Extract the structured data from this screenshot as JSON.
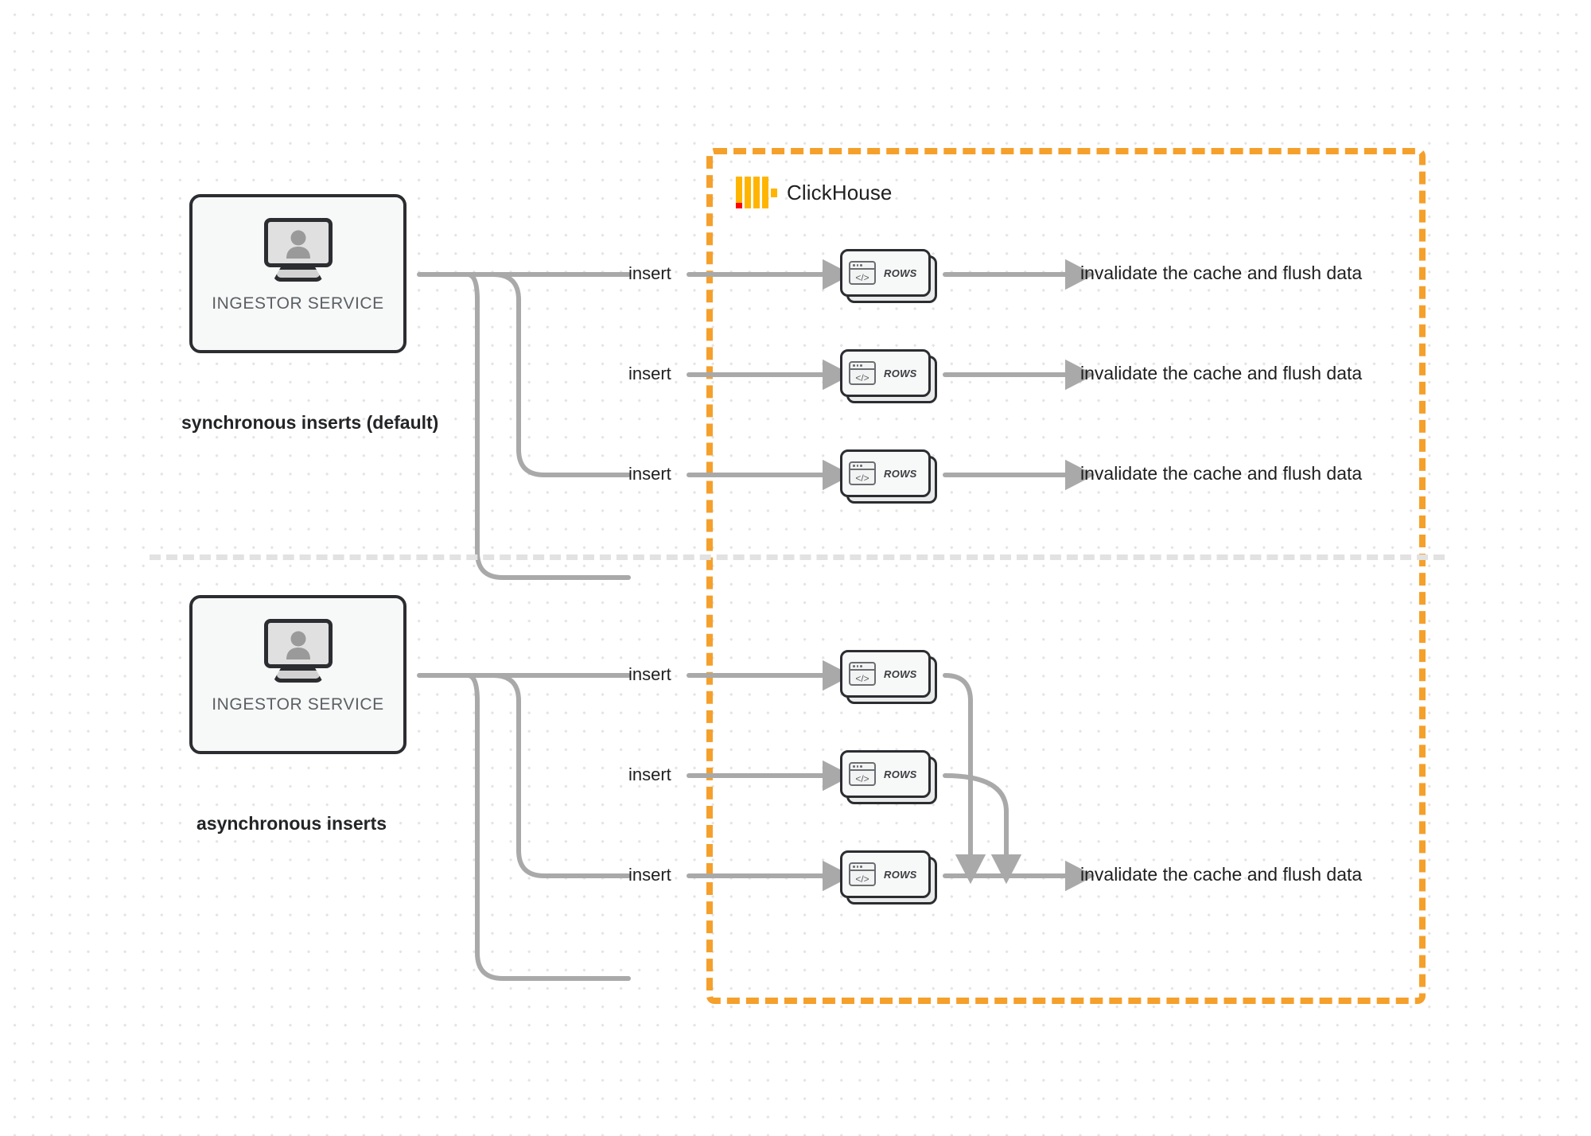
{
  "diagram": {
    "title": "ClickHouse synchronous vs asynchronous inserts",
    "brand": {
      "name": "ClickHouse",
      "logo_icon": "clickhouse-logo-icon",
      "bar_color": "#ffb400",
      "accent_color": "#ff0000",
      "region_border_color": "#f5a02b"
    },
    "groups": [
      {
        "id": "synchronous",
        "caption": "synchronous inserts (default)",
        "source": {
          "label": "INGESTOR SERVICE",
          "icon": "monitor-user-icon"
        },
        "lanes": [
          {
            "insert_label": "insert",
            "node_label": "ROWS",
            "node_icon": "code-window-icon",
            "output_label": "invalidate the cache and flush data"
          },
          {
            "insert_label": "insert",
            "node_label": "ROWS",
            "node_icon": "code-window-icon",
            "output_label": "invalidate the cache and flush data"
          },
          {
            "insert_label": "insert",
            "node_label": "ROWS",
            "node_icon": "code-window-icon",
            "output_label": "invalidate the cache and flush data"
          }
        ]
      },
      {
        "id": "asynchronous",
        "caption": "asynchronous inserts",
        "source": {
          "label": "INGESTOR SERVICE",
          "icon": "monitor-user-icon"
        },
        "lanes": [
          {
            "insert_label": "insert",
            "node_label": "ROWS",
            "node_icon": "code-window-icon"
          },
          {
            "insert_label": "insert",
            "node_label": "ROWS",
            "node_icon": "code-window-icon"
          },
          {
            "insert_label": "insert",
            "node_label": "ROWS",
            "node_icon": "code-window-icon"
          }
        ],
        "merged_output_label": "invalidate the cache and flush data"
      }
    ],
    "colors": {
      "wire": "#a9a9a9",
      "node_border": "#2b2d31",
      "node_fill": "#f7f8f8",
      "text": "#1f1f1f",
      "muted_text": "#5b5f63",
      "dot_grid": "#e6e4e2",
      "divider": "#e2e2e2"
    }
  }
}
